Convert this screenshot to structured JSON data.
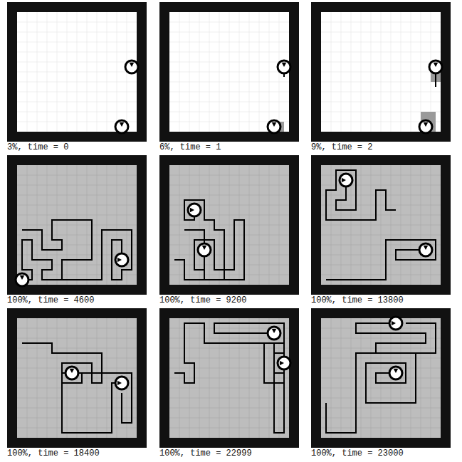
{
  "diagram": {
    "labels": [
      "3%, time = 0",
      "6%, time = 1",
      "9%, time = 2",
      "100%, time = 4600",
      "100%, time = 9200",
      "100%, time = 13800",
      "100%, time = 18400",
      "100%, time = 22999",
      "100%, time = 23000"
    ]
  }
}
